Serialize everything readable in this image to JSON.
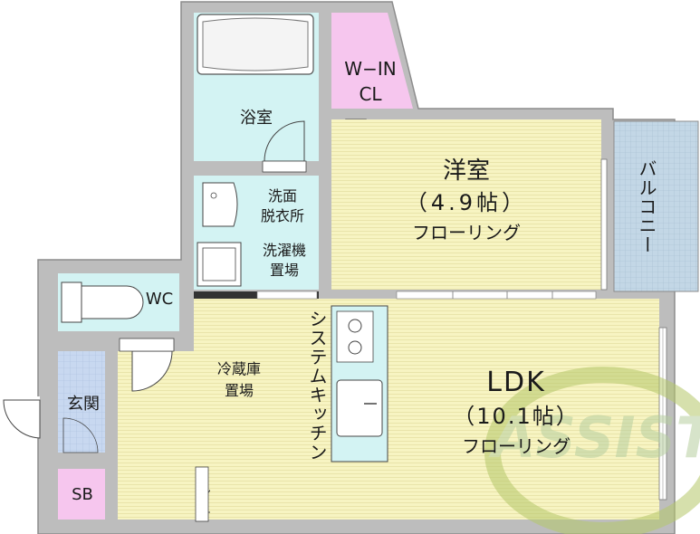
{
  "colors": {
    "wall": "#bdbdbd",
    "wall_edge": "#8c8c8c",
    "floor_wood": "#f7f4c2",
    "wet_area": "#d3f3f3",
    "closet": "#f6c6ee",
    "balcony": "#c3d7e6",
    "entrance_tile": "#c8d8f0",
    "storage": "#f6c6ee",
    "watermark": "#9fb64b"
  },
  "rooms": {
    "walk_in_closet": {
      "line1": "W−IN",
      "line2": "CL"
    },
    "bath": {
      "name": "浴室"
    },
    "washroom": {
      "line1": "洗面",
      "line2": "脱衣所"
    },
    "laundry": {
      "line1": "洗濯機",
      "line2": "置場"
    },
    "western_room": {
      "name": "洋室",
      "size": "（4.9帖）",
      "floor": "フローリング"
    },
    "balcony": {
      "name": "バルコニー"
    },
    "toilet": {
      "name": "WC"
    },
    "entrance": {
      "name": "玄関"
    },
    "shoe_box": {
      "name": "SB"
    },
    "fridge": {
      "line1": "冷蔵庫",
      "line2": "置場"
    },
    "kitchen": {
      "name": "システムキッチン"
    },
    "ldk": {
      "name": "LDK",
      "size": "（10.1帖）",
      "floor": "フローリング"
    }
  },
  "watermark": {
    "text": "ASSIST",
    "icon": "assist-logo-icon"
  }
}
